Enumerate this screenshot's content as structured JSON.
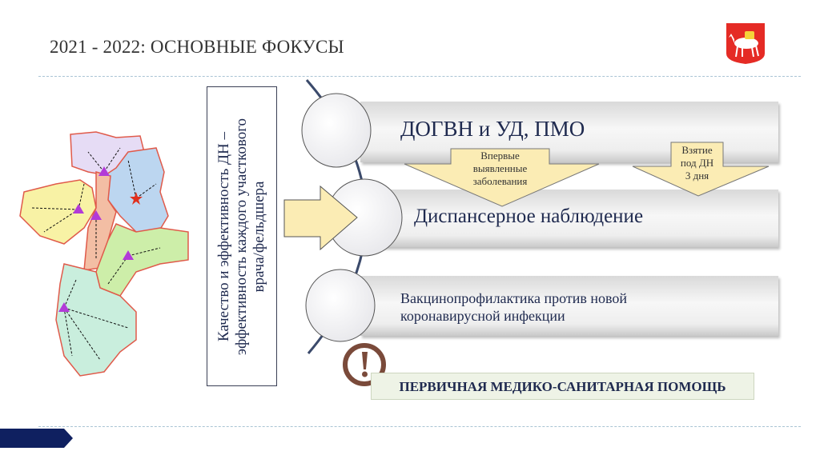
{
  "slide": {
    "title": "2021 - 2022: ОСНОВНЫЕ ФОКУСЫ",
    "vertical_box": {
      "line1": "Качество и эффективность ДН –",
      "line2": "эффективность каждого участкового",
      "line3": "врача/фельдшера"
    },
    "focus_items": [
      {
        "label": "ДОГВН и УД, ПМО"
      },
      {
        "label": "Диспансерное наблюдение"
      },
      {
        "label_line1": "Вакцинопрофилактика против новой",
        "label_line2": "коронавирусной инфекции"
      }
    ],
    "down_arrows": [
      {
        "line1": "Впервые",
        "line2": "выявленные",
        "line3": "заболевания"
      },
      {
        "line1": "Взятие",
        "line2": "под ДН",
        "line3": "3 дня"
      }
    ],
    "bottom_banner": "ПЕРВИЧНАЯ МЕДИКО-САНИТАРНАЯ ПОМОЩЬ",
    "icons": [
      "coat-of-arms",
      "region-map",
      "exclamation-icon",
      "right-arrow",
      "down-arrow"
    ],
    "colors": {
      "navy": "#0f2060",
      "text": "#1f2a4f",
      "arrow_fill": "#fbecb4",
      "alert": "#7a4a3a"
    }
  }
}
